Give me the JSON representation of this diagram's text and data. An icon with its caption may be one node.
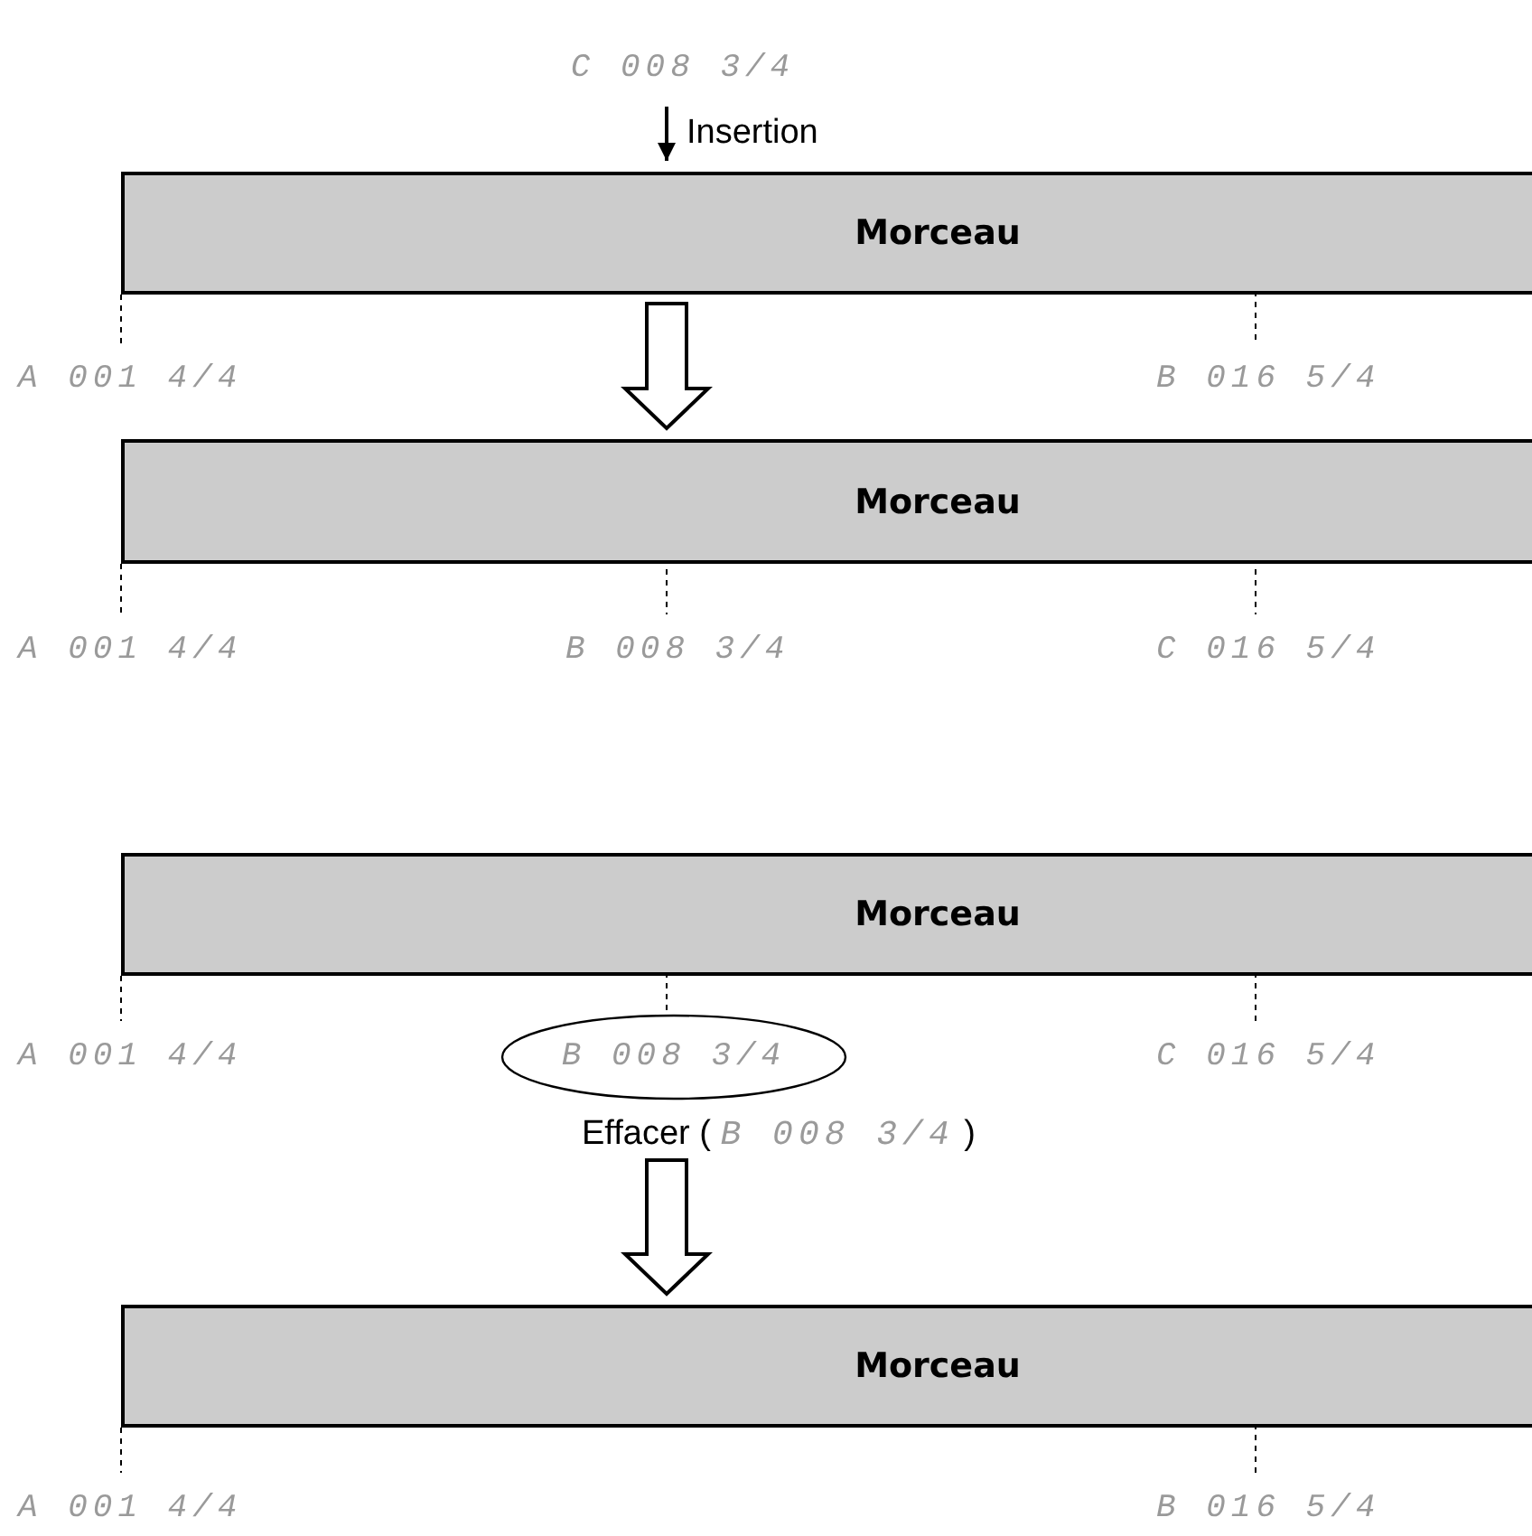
{
  "diagram": {
    "nodes": [
      {
        "text": [
          "C 008 3/4"
        ]
      },
      {
        "text": [
          "Morceau"
        ]
      },
      {
        "text": [
          "Morceau"
        ]
      },
      {
        "text": [
          "Morceau"
        ]
      },
      {
        "text": [
          "B 008 3/4"
        ]
      },
      {
        "text": [
          "Morceau"
        ]
      }
    ],
    "edges": [
      {
        "from": 0,
        "to": 1,
        "arrow": "to",
        "label": "Insertion"
      },
      {
        "from": 1,
        "to": 2,
        "arrow": "to",
        "style": "thick"
      },
      {
        "from": 4,
        "to": 5,
        "arrow": "to",
        "style": "thick"
      }
    ],
    "labels": [
      "A 001 4/4",
      "B 016 5/4",
      "A 001 4/4",
      "B 008 3/4",
      "C 016 5/4",
      "A 001 4/4",
      "C 016 5/4",
      "Effacer ( *B 008 3/4* )",
      "A 001 4/4",
      "B 016 5/4"
    ]
  }
}
